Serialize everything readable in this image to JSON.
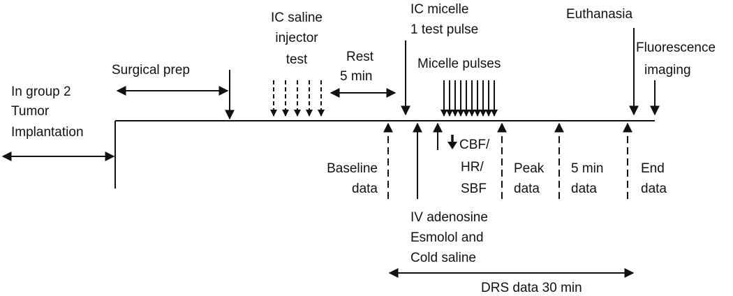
{
  "labels": {
    "group2": [
      "In group 2",
      "Tumor",
      "Implantation"
    ],
    "surgical_prep": "Surgical prep",
    "ic_saline": [
      "IC saline",
      "injector",
      "test"
    ],
    "rest": [
      "Rest",
      "5 min"
    ],
    "ic_micelle": [
      "IC micelle",
      "1 test pulse"
    ],
    "micelle_pulses": "Micelle pulses",
    "euthanasia": "Euthanasia",
    "fluorescence": [
      "Fluorescence",
      "imaging"
    ],
    "baseline": [
      "Baseline",
      "data"
    ],
    "cbf": [
      "CBF/",
      "HR/",
      "SBF"
    ],
    "peak": [
      "Peak",
      "data"
    ],
    "five_min": [
      "5 min",
      "data"
    ],
    "end": [
      "End",
      "data"
    ],
    "iv": [
      "IV adenosine",
      "Esmolol and",
      "Cold saline"
    ],
    "drs": "DRS data 30 min"
  },
  "colors": {
    "ink": "#111111",
    "background": "#ffffff"
  }
}
